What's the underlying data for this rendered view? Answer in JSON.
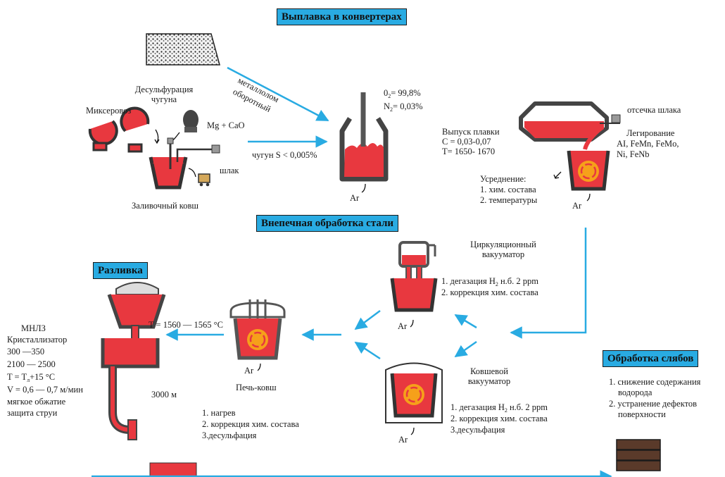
{
  "headers": {
    "smelting": "Выплавка в конвертерах",
    "secondary": "Внепечная обработка стали",
    "casting": "Разливка",
    "slabs": "Обработка слябов"
  },
  "labels": {
    "scrap_1": "металлолом",
    "scrap_2": "оборотный",
    "desulf_1": "Десульфурация",
    "desulf_2": "чугуна",
    "mixer": "Миксеровоз",
    "reagent": "Mg + CaO",
    "slag": "шлак",
    "pig_iron": "чугун S < 0,005%",
    "ladle": "Заливочный ковш",
    "o2": "0₂= 99,8%",
    "n2": "N₂= 0,03%",
    "ar_converter": "Ar",
    "tap_1": "Выпуск плавки",
    "tap_2": "C = 0,03-0,07",
    "tap_3": "T= 1650- 1670",
    "slag_cutoff": "отсечка шлака",
    "alloy_1": "Легирование",
    "alloy_2": "AI, FeMn, FeMo,",
    "alloy_3": "Ni, FeNb",
    "avg_1": "Усреднение:",
    "avg_2": "1. хим. состава",
    "avg_3": "2. температуры",
    "ar_tap": "Ar",
    "rh_1": "Циркуляционный",
    "rh_2": "вакууматор",
    "rh_step1": "1. дегазация H₂ н.б. 2 ppm",
    "rh_step2": "2. коррекция хим. состава",
    "ar_rh": "Ar",
    "lf_temp": "T = 1560 — 1565 °C",
    "ar_lf": "Ar",
    "lf_name": "Печь-ковш",
    "lf_step1": "1. нагрев",
    "lf_step2": "2. коррекция хим. состава",
    "lf_step3": "3.десульфация",
    "vd_1": "Ковшевой",
    "vd_2": "вакууматор",
    "vd_step1": "1. дегазация H₂ н.б. 2 ppm",
    "vd_step2": "2. коррекция хим. состава",
    "vd_step3": "3.десульфация",
    "ar_vd": "Ar",
    "ccm_1": "МНЛЗ",
    "ccm_2": "Кристаллизатор",
    "ccm_3": "300 —350",
    "ccm_4": "2100 — 2500",
    "ccm_5": "T = Tл+15 °C",
    "ccm_6": "V = 0,6 — 0,7 м/мин",
    "ccm_7": "мягкое обжатие",
    "ccm_8": "защита струи",
    "ccm_len": "3000 м",
    "slab_1": "1. снижение содержания",
    "slab_2": "водорода",
    "slab_3": "2. устранение дефектов",
    "slab_4": "поверхности"
  },
  "colors": {
    "steel": "#e8383f",
    "arrow": "#29abe2",
    "header_bg": "#29abe2",
    "vessel": "#333333",
    "slab_stack": "#5a3a2a"
  }
}
